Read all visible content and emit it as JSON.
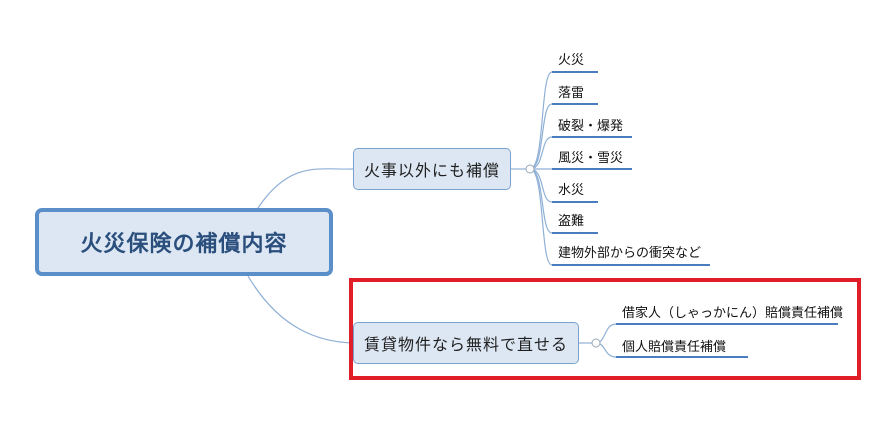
{
  "root": {
    "label": "火災保険の補償内容"
  },
  "branches": [
    {
      "label": "火事以外にも補償",
      "leaves": [
        "火災",
        "落雷",
        "破裂・爆発",
        "風災・雪災",
        "水災",
        "盗難",
        "建物外部からの衝突など"
      ]
    },
    {
      "label": "賃貸物件なら無料で直せる",
      "leaves": [
        "借家人（しゃっかにん）賠償責任補償",
        "個人賠償責任補償"
      ]
    }
  ],
  "colors": {
    "line": "#8fb0d6",
    "underline": "#4a7cc0",
    "highlight": "#e01e27",
    "node_fill": "#dde7f3"
  }
}
